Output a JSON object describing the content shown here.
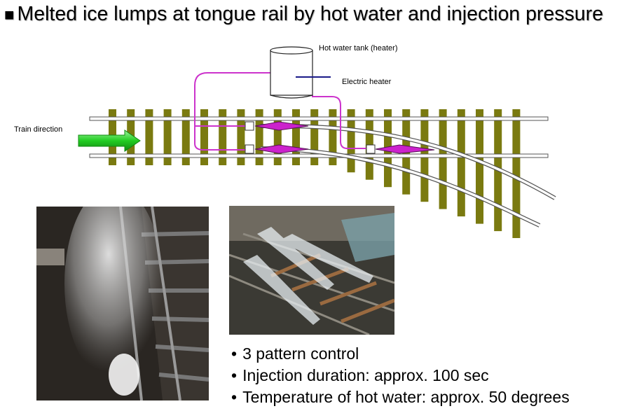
{
  "title_square": "■",
  "title": "Melted ice lumps at tongue rail by hot water and injection pressure",
  "diagram": {
    "tank_label": "Hot water tank (heater)",
    "heater_label": "Electric heater",
    "train_label": "Train direction",
    "colors": {
      "sleeper": "#7a7a10",
      "rail": "#ffffff",
      "pipe": "#cc33cc",
      "nozzle": "#cc22cc",
      "arrow": "#33dd33",
      "heater_line": "#1a1a88"
    }
  },
  "photos": [
    {
      "name": "steam-rising-from-track-photo"
    },
    {
      "name": "hot-water-jets-on-switch-photo"
    }
  ],
  "bullets": [
    "3 pattern control",
    "Injection duration: approx. 100 sec",
    "Temperature of hot water: approx. 50 degrees"
  ]
}
